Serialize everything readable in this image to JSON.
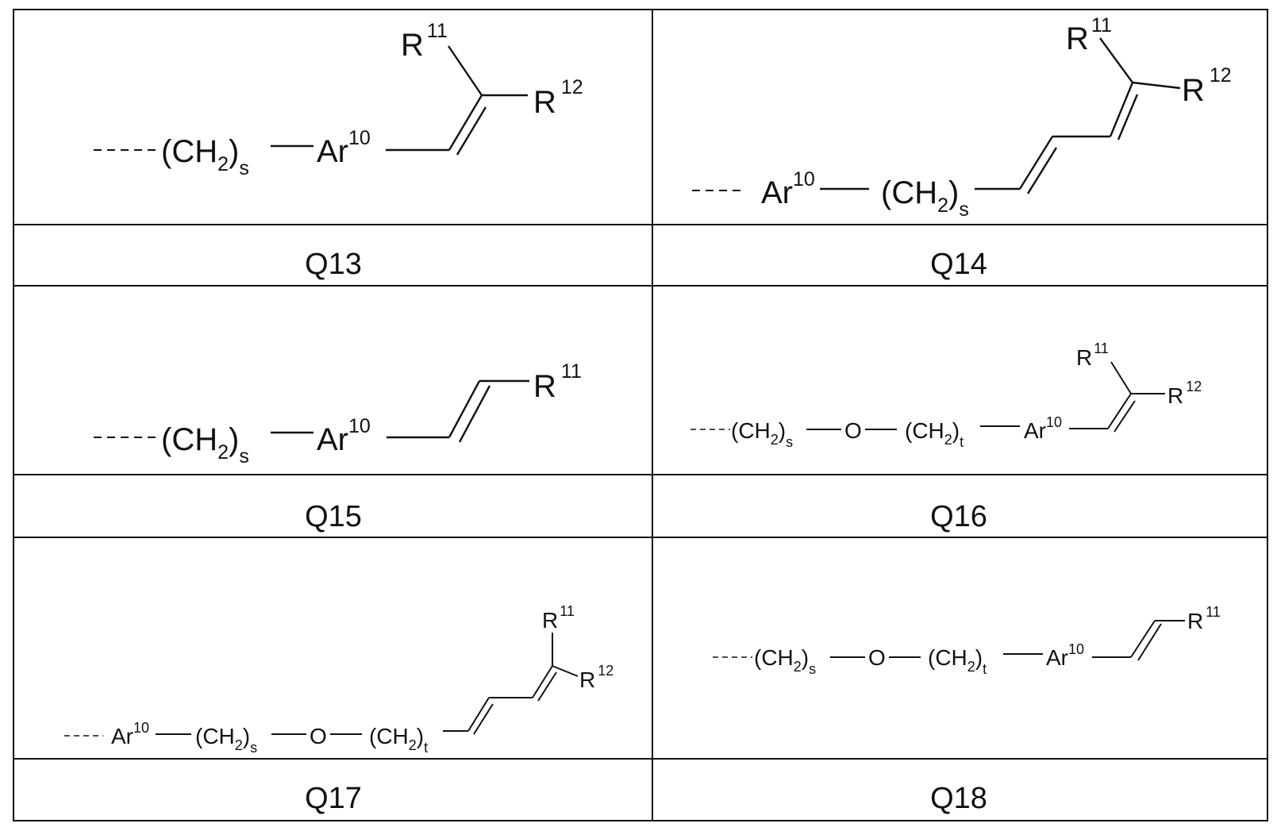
{
  "structures": [
    {
      "id": "Q13",
      "label": "Q13",
      "tokens": {
        "ch2": "(CH",
        "ch2_sub2": "2",
        "ch2_close": ")",
        "ch2_sub_s": "s",
        "ar": "Ar",
        "ar_sup": "10",
        "r11": "R",
        "r11_sup": "11",
        "r12": "R",
        "r12_sup": "12"
      }
    },
    {
      "id": "Q14",
      "label": "Q14",
      "tokens": {
        "ar": "Ar",
        "ar_sup": "10",
        "ch2": "(CH",
        "ch2_sub2": "2",
        "ch2_close": ")",
        "ch2_sub_s": "s",
        "r11": "R",
        "r11_sup": "11",
        "r12": "R",
        "r12_sup": "12"
      }
    },
    {
      "id": "Q15",
      "label": "Q15",
      "tokens": {
        "ch2": "(CH",
        "ch2_sub2": "2",
        "ch2_close": ")",
        "ch2_sub_s": "s",
        "ar": "Ar",
        "ar_sup": "10",
        "r11": "R",
        "r11_sup": "11"
      }
    },
    {
      "id": "Q16",
      "label": "Q16",
      "tokens": {
        "ch2a": "(CH",
        "ch2a_sub2": "2",
        "ch2a_close": ")",
        "ch2a_sub_s": "s",
        "o": "O",
        "ch2b": "(CH",
        "ch2b_sub2": "2",
        "ch2b_close": ")",
        "ch2b_sub_t": "t",
        "ar": "Ar",
        "ar_sup": "10",
        "r11": "R",
        "r11_sup": "11",
        "r12": "R",
        "r12_sup": "12"
      }
    },
    {
      "id": "Q17",
      "label": "Q17",
      "tokens": {
        "ar": "Ar",
        "ar_sup": "10",
        "ch2a": "(CH",
        "ch2a_sub2": "2",
        "ch2a_close": ")",
        "ch2a_sub_s": "s",
        "o": "O",
        "ch2b": "(CH",
        "ch2b_sub2": "2",
        "ch2b_close": ")",
        "ch2b_sub_t": "t",
        "r11": "R",
        "r11_sup": "11",
        "r12": "R",
        "r12_sup": "12"
      }
    },
    {
      "id": "Q18",
      "label": "Q18",
      "tokens": {
        "ch2a": "(CH",
        "ch2a_sub2": "2",
        "ch2a_close": ")",
        "ch2a_sub_s": "s",
        "o": "O",
        "ch2b": "(CH",
        "ch2b_sub2": "2",
        "ch2b_close": ")",
        "ch2b_sub_t": "t",
        "ar": "Ar",
        "ar_sup": "10",
        "r11": "R",
        "r11_sup": "11"
      }
    }
  ]
}
